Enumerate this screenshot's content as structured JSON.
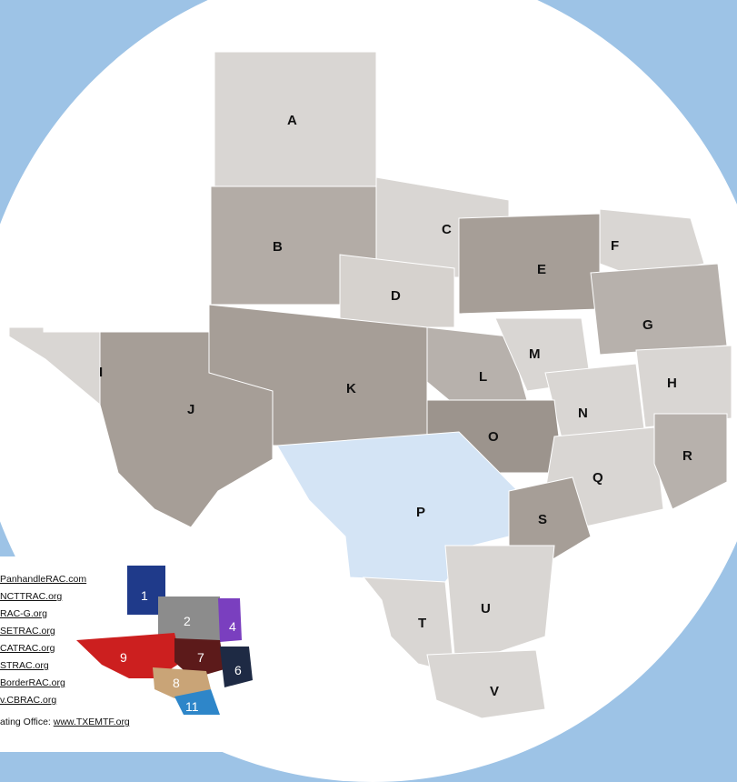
{
  "map": {
    "region_labels": [
      "A",
      "B",
      "C",
      "D",
      "E",
      "F",
      "G",
      "H",
      "I",
      "J",
      "K",
      "L",
      "M",
      "N",
      "O",
      "P",
      "Q",
      "R",
      "S",
      "T",
      "U",
      "V"
    ],
    "colors": {
      "background": "#9dc3e6",
      "circle": "#ffffff",
      "light_gray": "#d9d6d3",
      "medium_gray": "#b7b1ac",
      "dark_gray": "#a29a93",
      "highlight_blue": "#d4e4f5",
      "county_lines": "#ffffff"
    }
  },
  "inset": {
    "links": [
      "PanhandleRAC.com",
      "NCTTRAC.org",
      "RAC-G.org",
      "SETRAC.org",
      "CATRAC.org",
      "STRAC.org",
      "BorderRAC.org",
      "v.CBRAC.org"
    ],
    "footer_prefix": "ating Office: ",
    "footer_link": "www.TXEMTF.org",
    "zone_numbers": [
      "1",
      "2",
      "4",
      "7",
      "9",
      "6",
      "8",
      "11"
    ],
    "zone_colors": {
      "1": "#1f3a8a",
      "2": "#8c8c8c",
      "4": "#7a3fbf",
      "6": "#1e2a44",
      "7": "#5c1a1a",
      "8": "#c9a477",
      "9": "#cc1f1f",
      "11": "#2e86c9"
    }
  }
}
